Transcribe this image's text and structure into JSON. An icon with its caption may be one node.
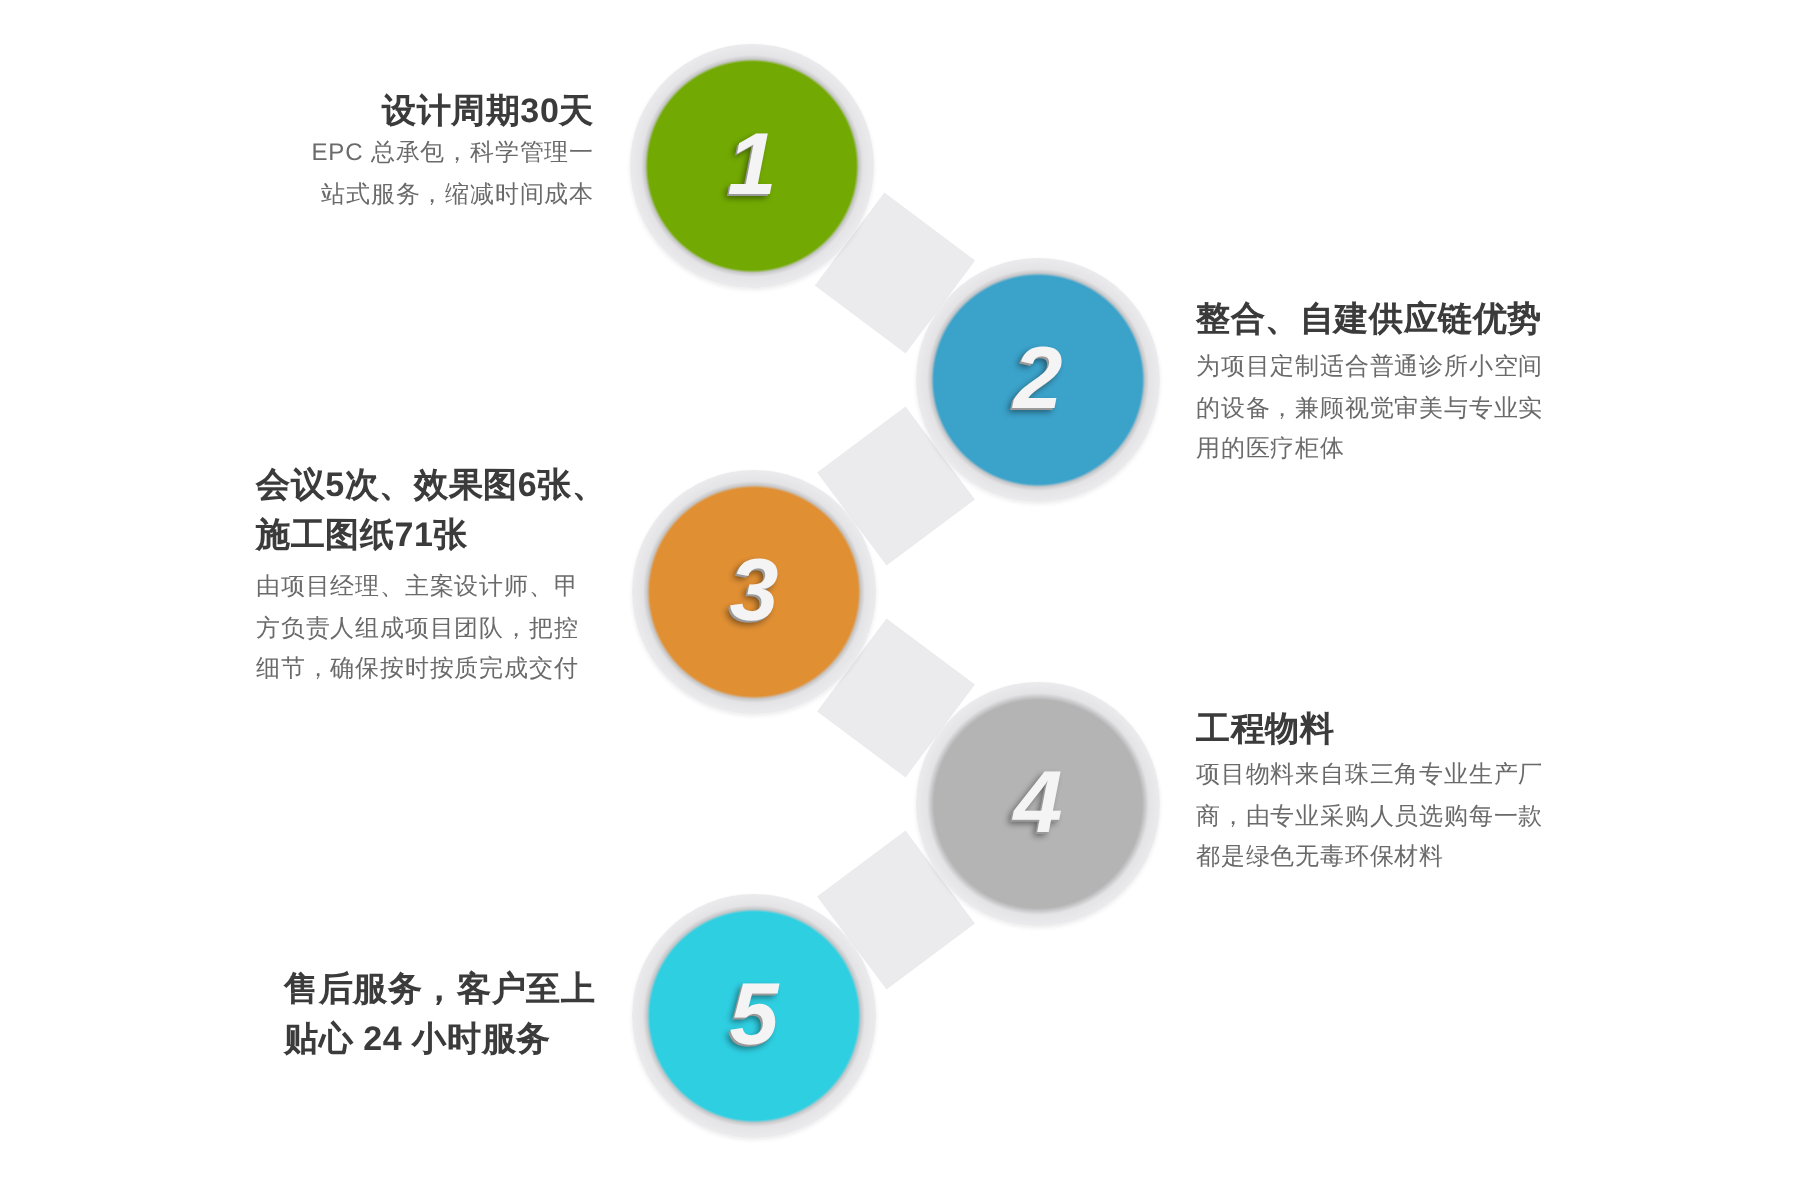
{
  "diagram": {
    "nodes": [
      {
        "text": [
          "1"
        ],
        "beside": [
          "设计周期30天",
          "EPC 总承包，科学管理一站式服务，缩减时间成本"
        ]
      },
      {
        "text": [
          "2"
        ],
        "beside": [
          "整合、自建供应链优势",
          "为项目定制适合普通诊所小空间的设备，兼顾视觉审美与专业实用的医疗柜体"
        ]
      },
      {
        "text": [
          "3"
        ],
        "beside": [
          "会议5次、效果图6张、施工图纸71张",
          "由项目经理、主案设计师、甲方负责人组成项目团队，把控细节，确保按时按质完成交付"
        ]
      },
      {
        "text": [
          "4"
        ],
        "beside": [
          "工程物料",
          "项目物料来自珠三角专业生产厂商，由专业采购人员选购每一款都是绿色无毒环保材料"
        ]
      },
      {
        "text": [
          "5"
        ],
        "beside": [
          "售后服务，客户至上贴心 24 小时服务"
        ]
      }
    ],
    "edges": [
      {
        "from": 0,
        "to": 1,
        "arrow": "none"
      },
      {
        "from": 1,
        "to": 2,
        "arrow": "none"
      },
      {
        "from": 2,
        "to": 3,
        "arrow": "none"
      },
      {
        "from": 3,
        "to": 4,
        "arrow": "none"
      }
    ]
  }
}
